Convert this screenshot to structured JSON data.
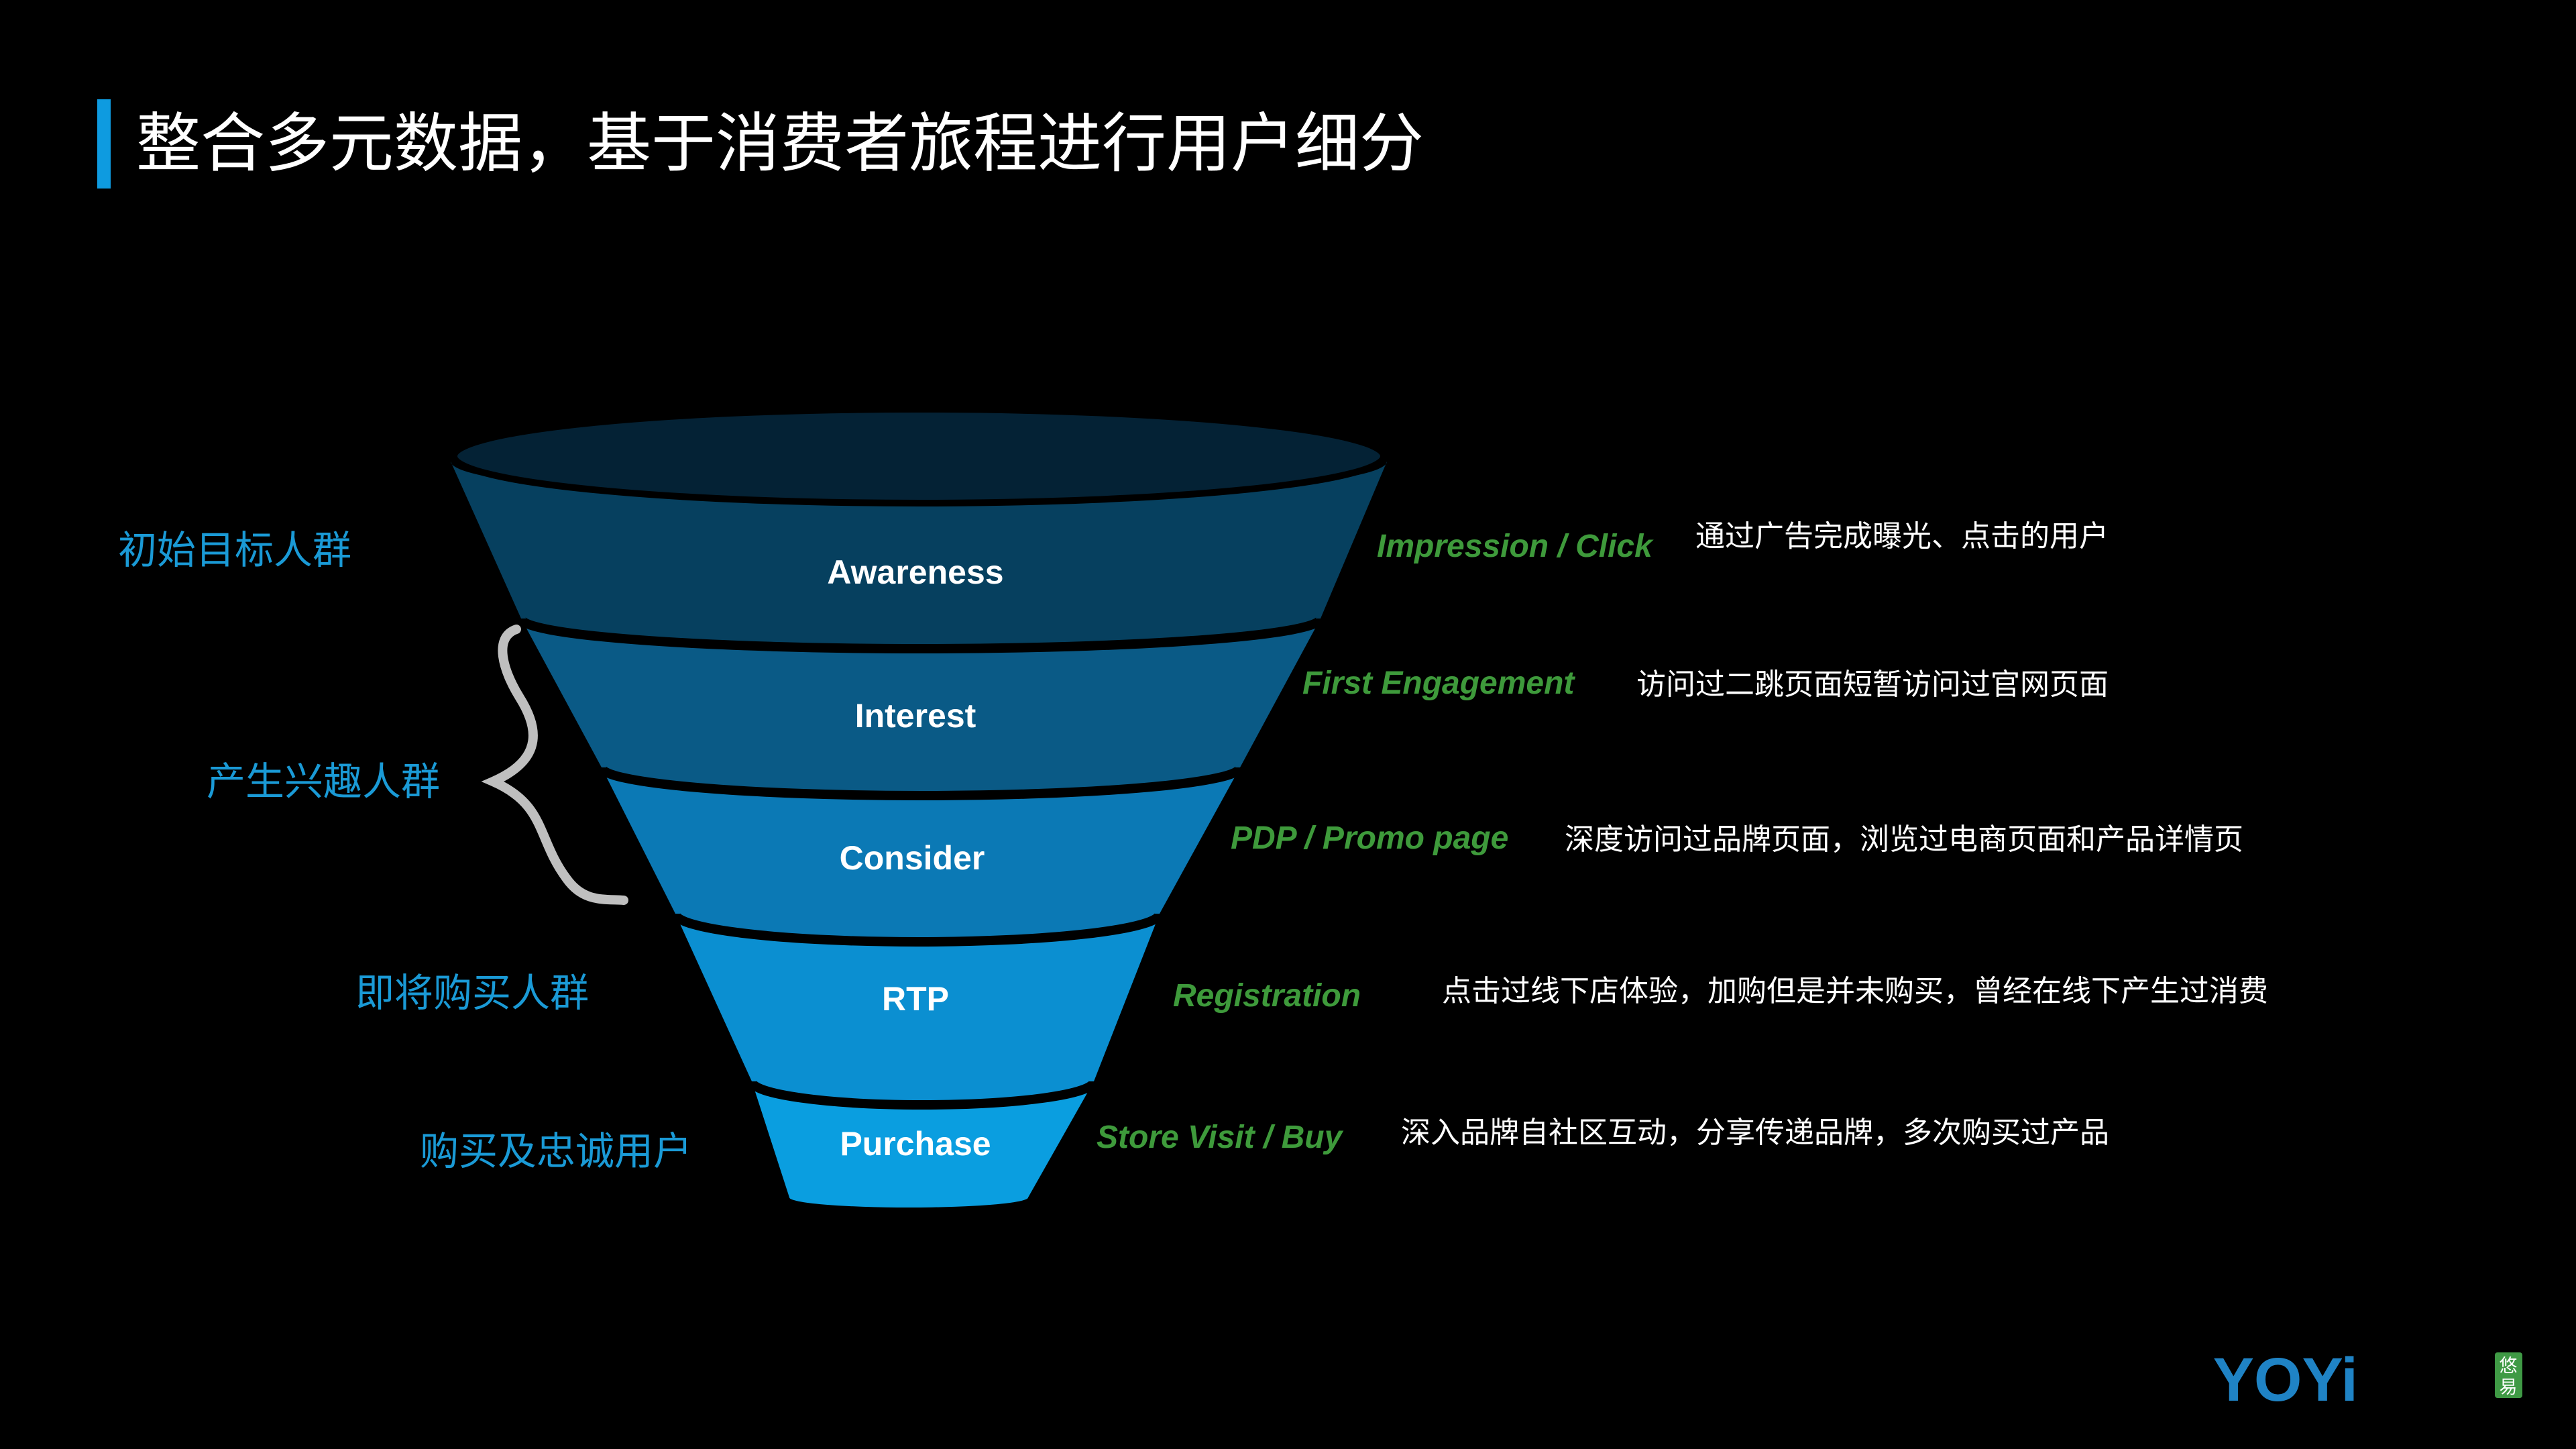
{
  "title": "整合多元数据，基于消费者旅程进行用户细分",
  "funnel": {
    "stages": [
      {
        "label": "Awareness",
        "metric": "Impression / Click",
        "description": "通过广告完成曝光、点击的用户",
        "color": "#06405f"
      },
      {
        "label": "Interest",
        "metric": "First Engagement",
        "description": "访问过二跳页面短暂访问过官网页面",
        "color": "#0a5a86"
      },
      {
        "label": "Consider",
        "metric": "PDP / Promo page",
        "description": "深度访问过品牌页面，浏览过电商页面和产品详情页",
        "color": "#0b79b5"
      },
      {
        "label": "RTP",
        "metric": "Registration",
        "description": "点击过线下店体验，加购但是并未购买，曾经在线下产生过消费",
        "color": "#0b8fd1"
      },
      {
        "label": "Purchase",
        "metric": "Store Visit / Buy",
        "description": "深入品牌自社区互动，分享传递品牌，多次购买过产品",
        "color": "#0a9ee0"
      }
    ],
    "top_color": "#042235"
  },
  "segments": [
    {
      "label": "初始目标人群"
    },
    {
      "label": "产生兴趣人群"
    },
    {
      "label": "即将购买人群"
    },
    {
      "label": "购买及忠诚用户"
    }
  ],
  "colors": {
    "accent": "#0e9be0",
    "metric": "#3e9a3b",
    "segment": "#1a9ad6"
  },
  "logo": {
    "text": "YOYi",
    "chinese": [
      "悠",
      "易"
    ],
    "color": "#1f83c5",
    "badge_color": "#3f9a45"
  }
}
